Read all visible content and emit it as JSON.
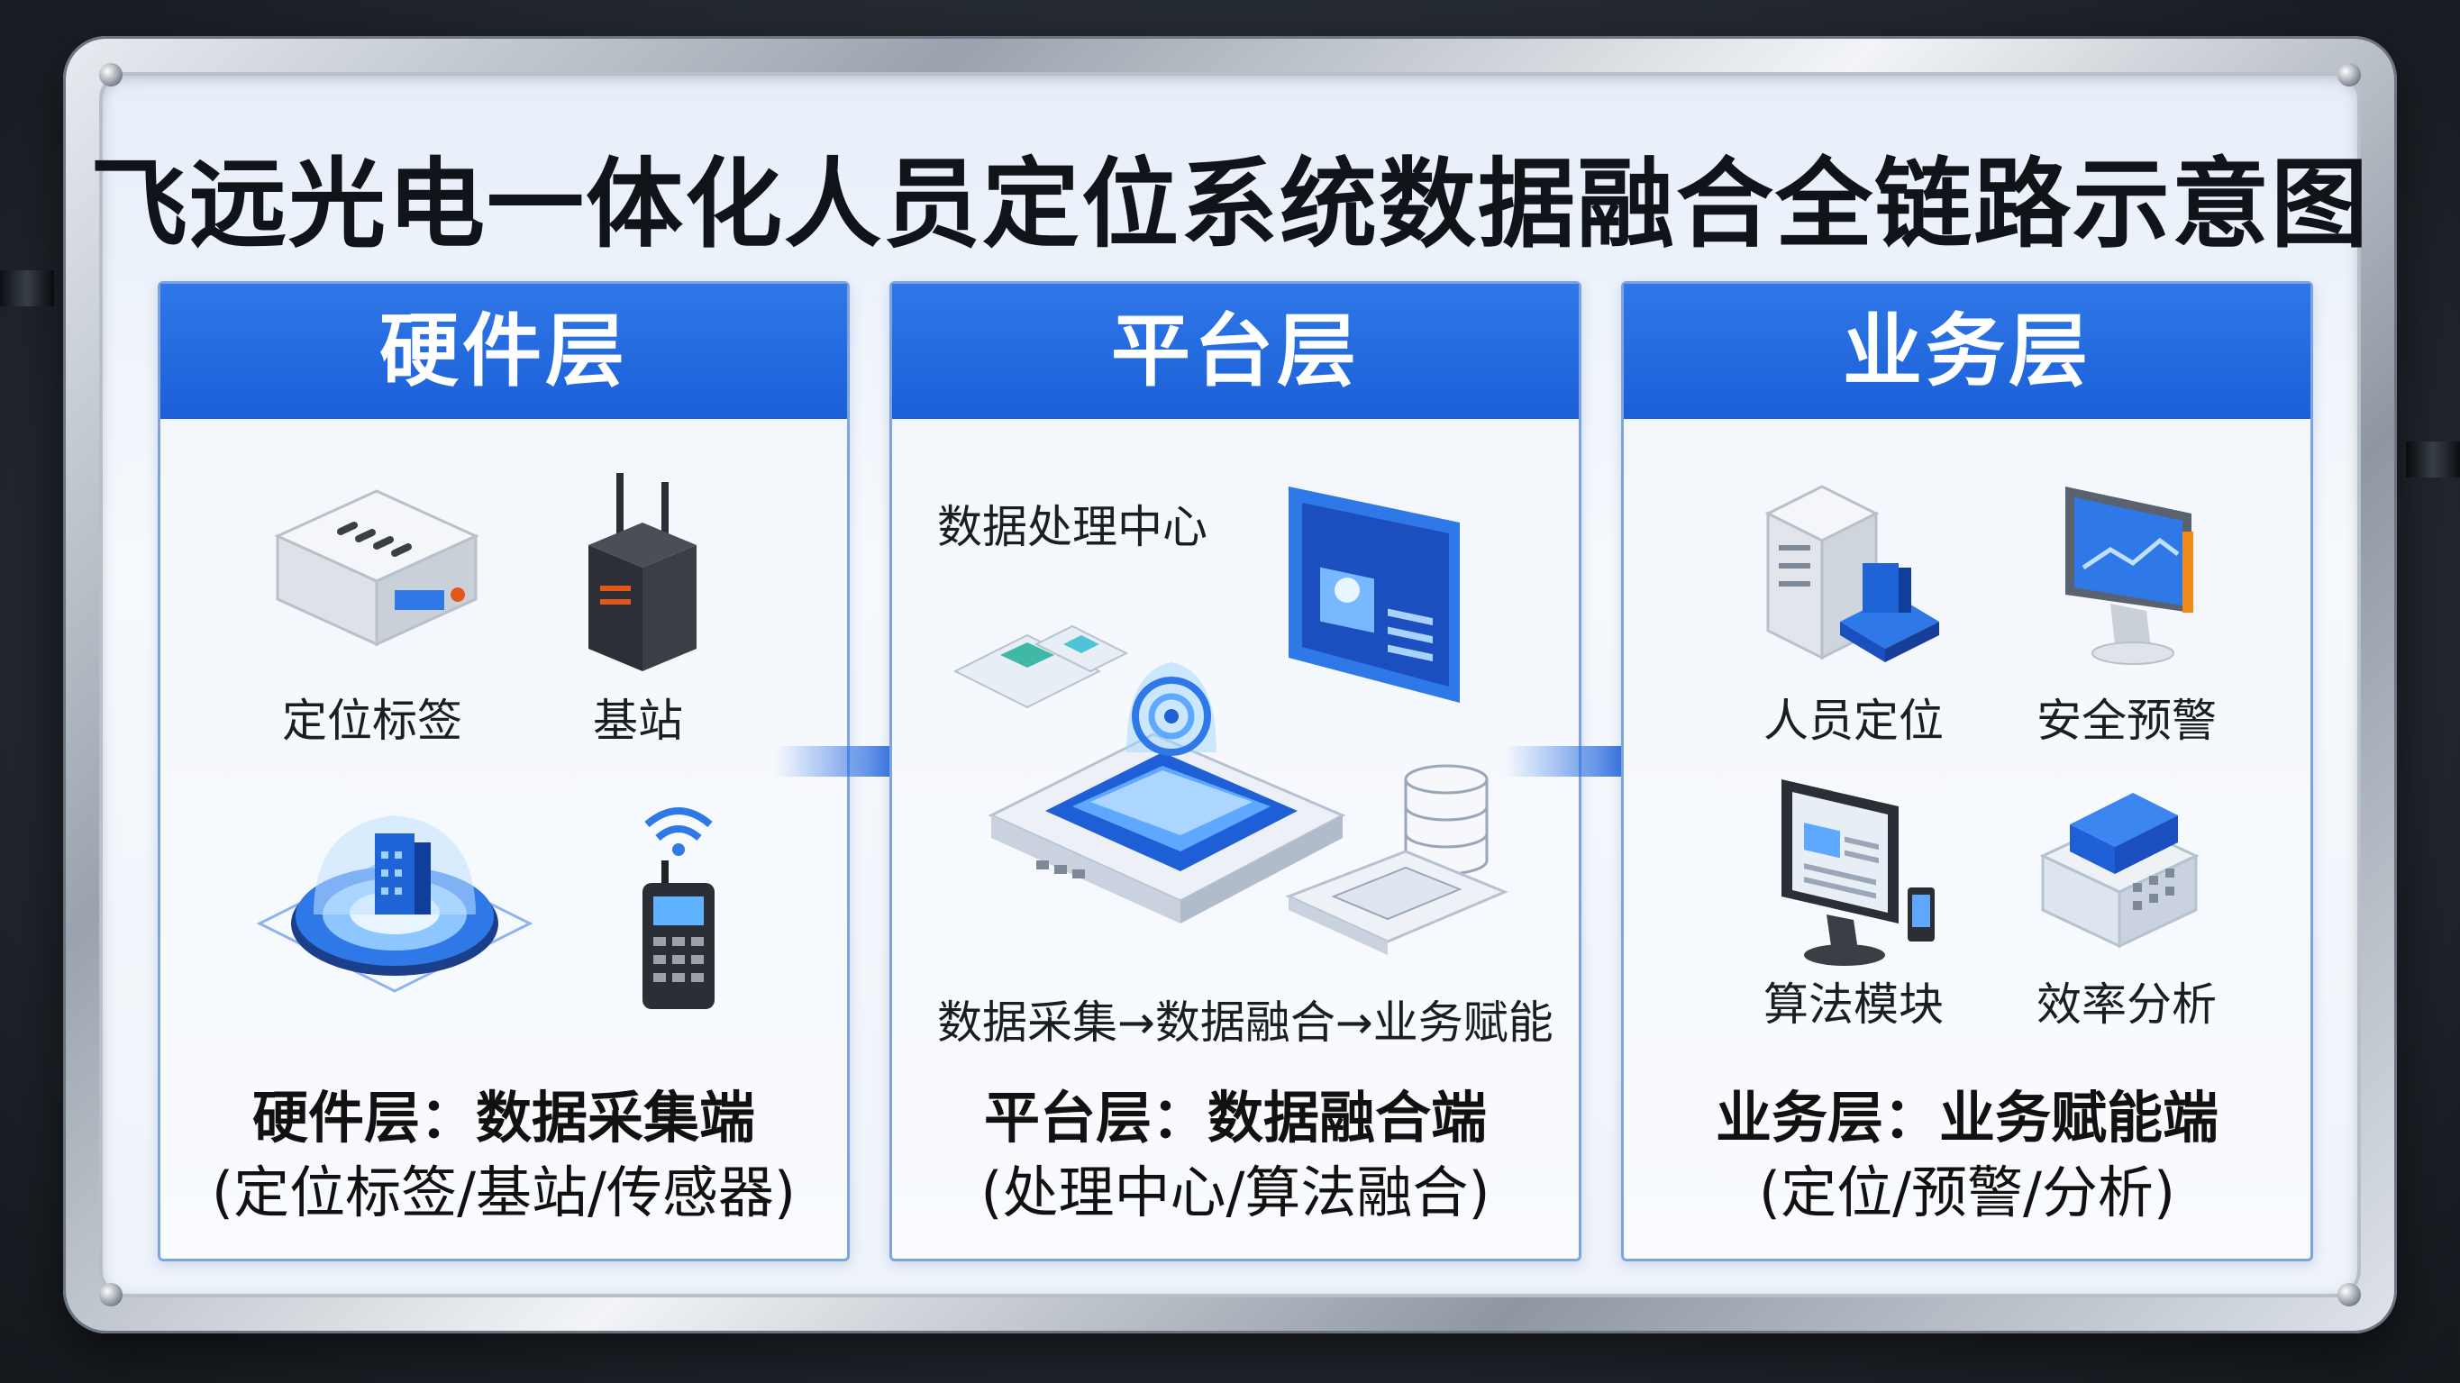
{
  "title": "飞远光电一体化人员定位系统数据融合全链路示意图",
  "colors": {
    "primary_blue": "#1b5fd8",
    "panel_border": "#7ea4e0",
    "text": "#111111"
  },
  "panels": [
    {
      "header": "硬件层",
      "items": [
        "定位标签",
        "基站"
      ],
      "icons": [
        "positioning-tag-icon",
        "base-station-icon",
        "sensor-tower-icon",
        "handheld-radio-icon"
      ],
      "summary_title": "硬件层：数据采集端",
      "summary_detail": "(定位标签/基站/传感器)"
    },
    {
      "header": "平台层",
      "center_label": "数据处理中心",
      "flow": "数据采集→数据融合→业务赋能",
      "icons": [
        "data-processing-platform-icon",
        "monitor-screen-icon",
        "database-icon",
        "keyboard-icon"
      ],
      "summary_title": "平台层：数据融合端",
      "summary_detail": "(处理中心/算法融合)"
    },
    {
      "header": "业务层",
      "items": [
        "人员定位",
        "安全预警",
        "算法模块",
        "效率分析"
      ],
      "icons": [
        "server-person-icon",
        "alert-monitor-icon",
        "workstation-icon",
        "analysis-device-icon"
      ],
      "summary_title": "业务层：业务赋能端",
      "summary_detail": "(定位/预警/分析)"
    }
  ]
}
